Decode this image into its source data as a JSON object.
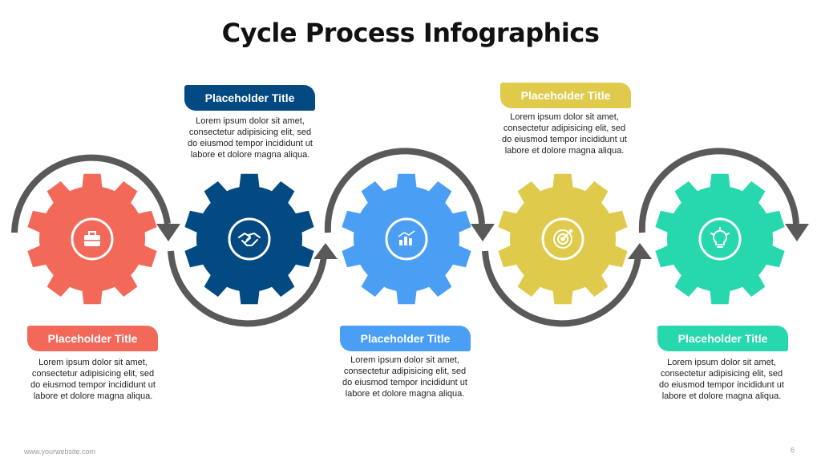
{
  "title": "Cycle Process Infographics",
  "footer": {
    "website": "www.yourwebsite.com",
    "page_number": "6"
  },
  "colors": {
    "arrow": "#595959",
    "text": "#222222"
  },
  "steps": [
    {
      "color": "#F2695A",
      "icon": "briefcase-icon",
      "label_position": "bottom",
      "title": "Placeholder Title",
      "desc1": "Lorem ipsum dolor sit amet,",
      "desc2": "consectetur adipisicing elit, sed",
      "desc3": "do eiusmod tempor incididunt ut",
      "desc4": "labore et dolore magna aliqua."
    },
    {
      "color": "#034A82",
      "icon": "handshake-icon",
      "label_position": "top",
      "title": "Placeholder Title",
      "desc1": "Lorem ipsum dolor sit amet,",
      "desc2": "consectetur adipisicing elit, sed",
      "desc3": "do eiusmod tempor incididunt ut",
      "desc4": "labore et dolore magna aliqua."
    },
    {
      "color": "#4A9FF5",
      "icon": "bar-chart-icon",
      "label_position": "bottom",
      "title": "Placeholder Title",
      "desc1": "Lorem ipsum dolor sit amet,",
      "desc2": "consectetur adipisicing elit, sed",
      "desc3": "do eiusmod tempor incididunt ut",
      "desc4": "labore et dolore magna aliqua."
    },
    {
      "color": "#DFCA4C",
      "icon": "target-icon",
      "label_position": "top",
      "title": "Placeholder Title",
      "desc1": "Lorem ipsum dolor sit amet,",
      "desc2": "consectetur adipisicing elit, sed",
      "desc3": "do eiusmod tempor incididunt ut",
      "desc4": "labore et dolore magna aliqua."
    },
    {
      "color": "#27D8AE",
      "icon": "lightbulb-icon",
      "label_position": "bottom",
      "title": "Placeholder Title",
      "desc1": "Lorem ipsum dolor sit amet,",
      "desc2": "consectetur adipisicing elit, sed",
      "desc3": "do eiusmod tempor incididunt ut",
      "desc4": "labore et dolore magna aliqua."
    }
  ]
}
